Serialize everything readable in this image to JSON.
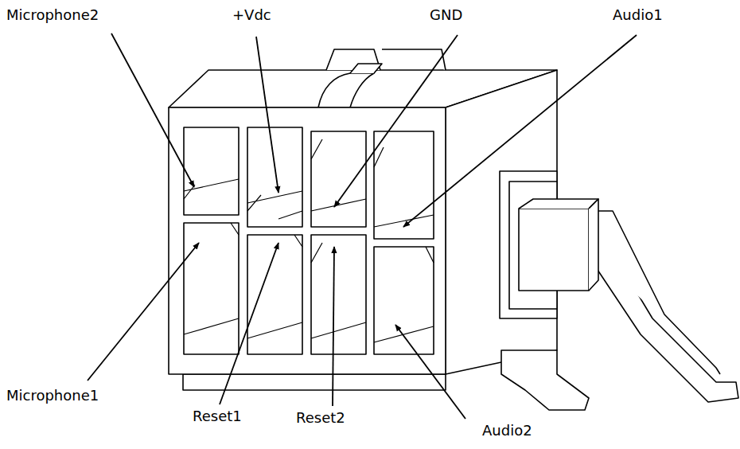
{
  "diagram": {
    "labels": [
      "Microphone2",
      "+Vdc",
      "GND",
      "Audio1",
      "Microphone1",
      "Reset1",
      "Reset2",
      "Audio2"
    ]
  }
}
